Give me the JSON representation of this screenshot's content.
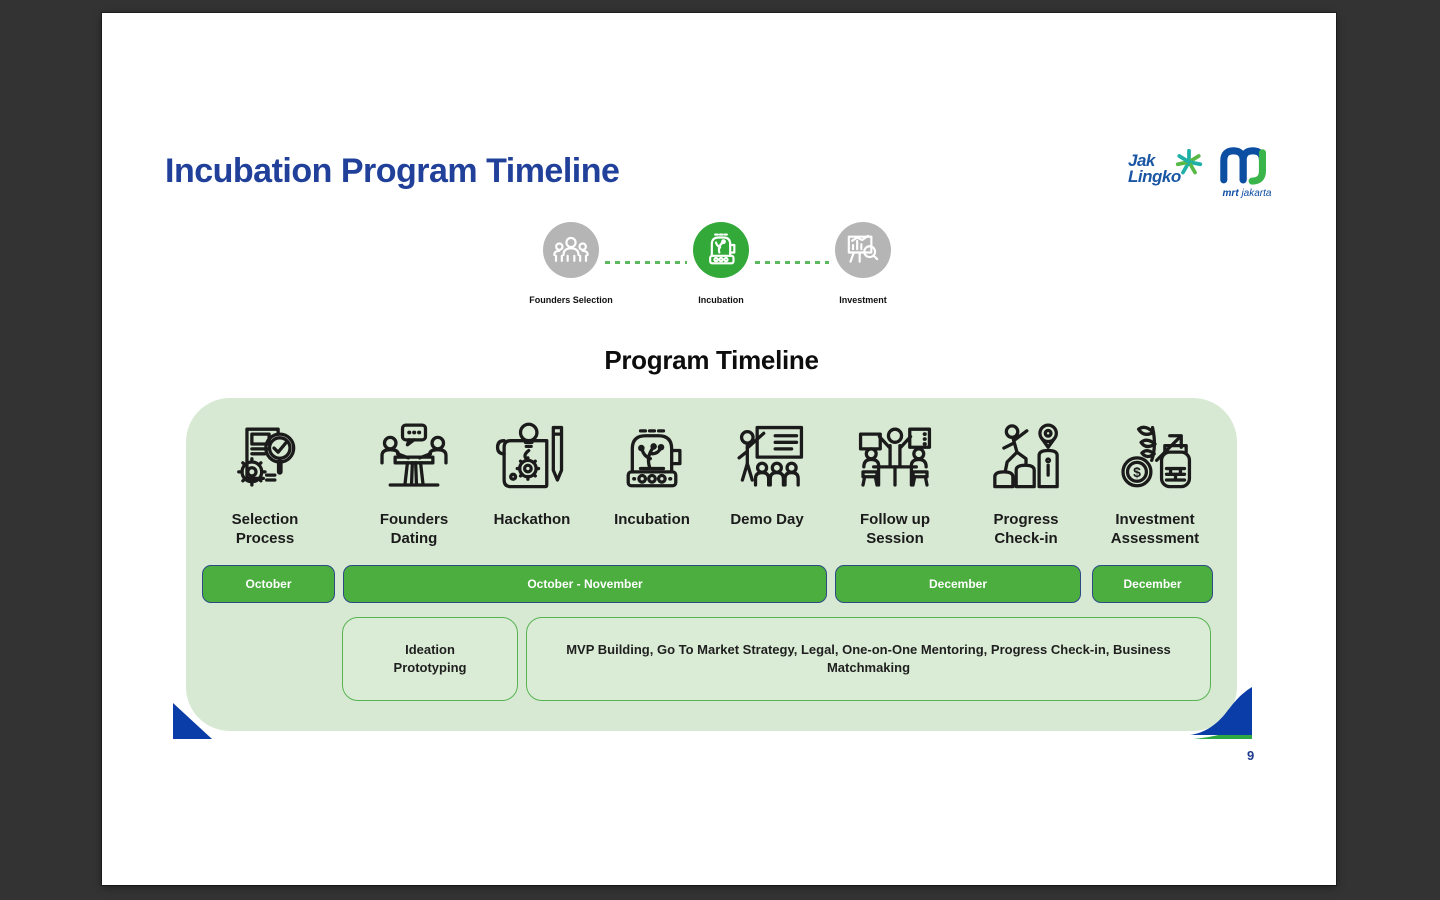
{
  "slide": {
    "title": "Incubation Program Timeline",
    "page_number": "9"
  },
  "logos": {
    "jaklingko_line1": "Jak",
    "jaklingko_line2": "Lingko",
    "mrt_bold": "mrt",
    "mrt_regular": "jakarta"
  },
  "stepper": {
    "steps": [
      {
        "label": "Founders Selection",
        "state": "inactive",
        "icon": "founders-group-icon"
      },
      {
        "label": "Incubation",
        "state": "active",
        "icon": "incubator-icon"
      },
      {
        "label": "Investment",
        "state": "inactive",
        "icon": "chart-magnifier-icon"
      }
    ]
  },
  "program": {
    "heading": "Program Timeline",
    "phases": [
      {
        "label": "Selection Process",
        "icon": "document-magnifier-gear-icon"
      },
      {
        "label": "Founders Dating",
        "icon": "two-people-table-chat-icon"
      },
      {
        "label": "Hackathon",
        "icon": "blueprint-bulb-pencil-icon"
      },
      {
        "label": "Incubation",
        "icon": "incubator-machine-icon"
      },
      {
        "label": "Demo Day",
        "icon": "presenter-audience-icon"
      },
      {
        "label": "Follow up Session",
        "icon": "meeting-celebration-icon"
      },
      {
        "label": "Progress Check-in",
        "icon": "climbing-steps-pin-icon"
      },
      {
        "label": "Investment Assessment",
        "icon": "coin-plant-growth-icon"
      }
    ],
    "bars": [
      {
        "label": "October"
      },
      {
        "label": "October - November"
      },
      {
        "label": "December"
      },
      {
        "label": "December"
      }
    ],
    "detail_boxes": [
      {
        "text": "Ideation Prototyping"
      },
      {
        "text": "MVP Building, Go To Market Strategy, Legal, One-on-One Mentoring, Progress Check-in, Business Matchmaking"
      }
    ]
  },
  "colors": {
    "background": "#333333",
    "title_blue": "#21409a",
    "panel_green": "#d7e9d2",
    "bar_green": "#4bae3f",
    "active_step_green": "#33a939",
    "inactive_step_gray": "#b5b5b5",
    "corner_blue": "#0a3da8"
  }
}
